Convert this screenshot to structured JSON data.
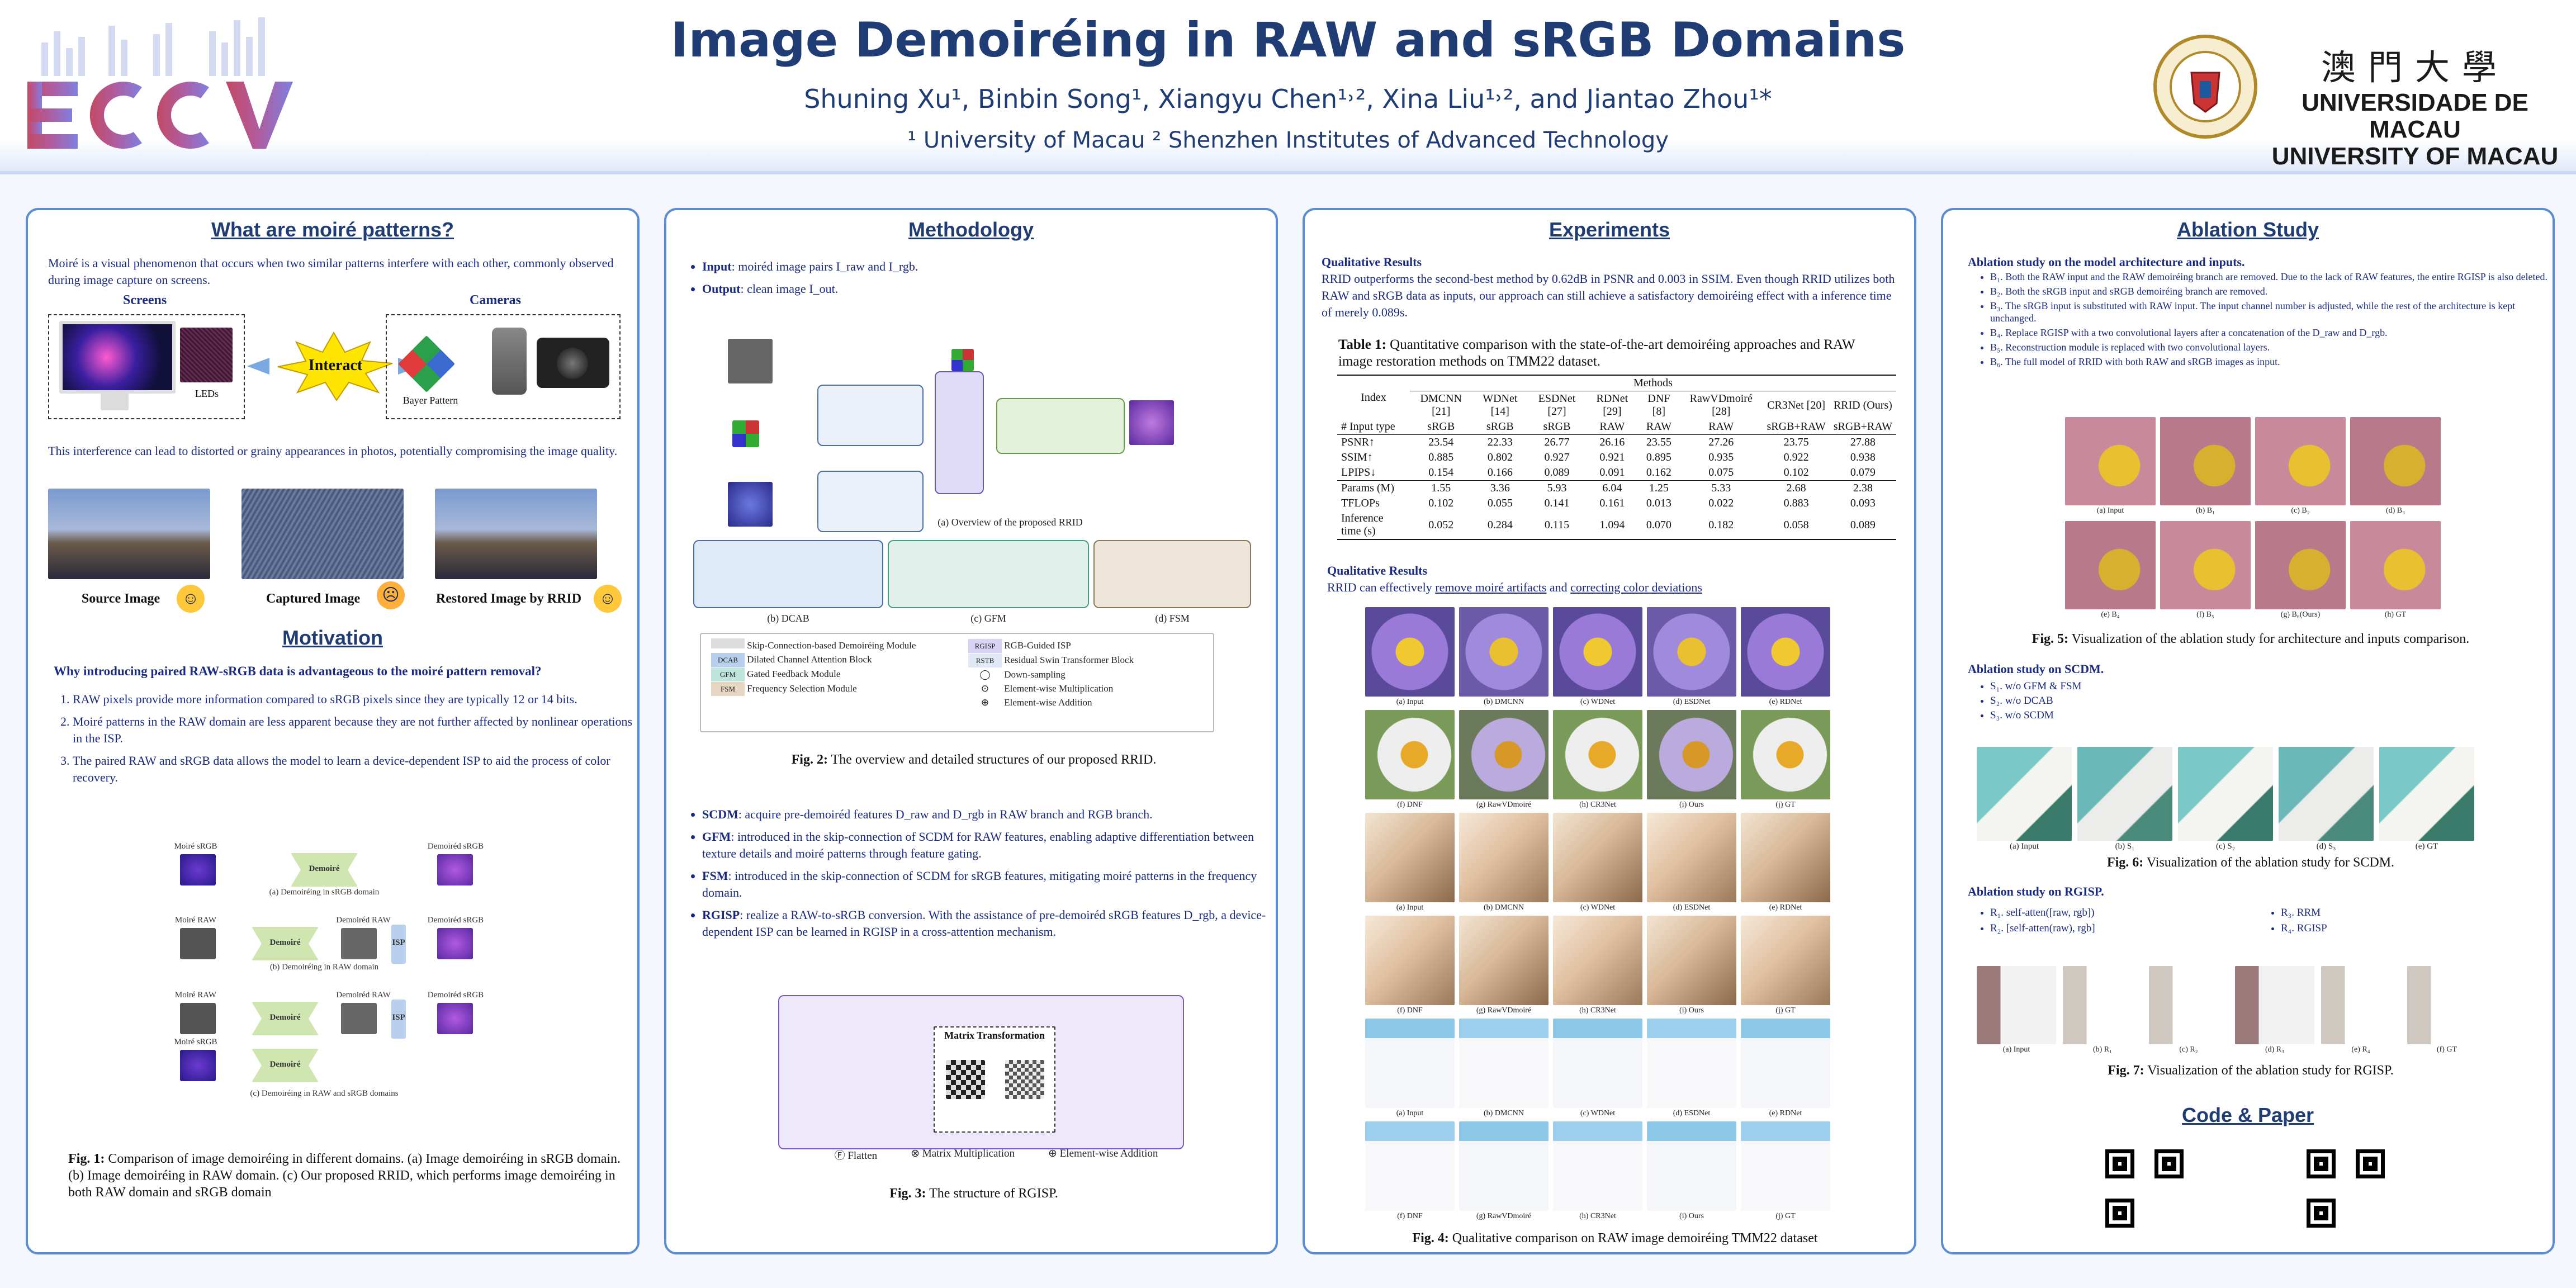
{
  "header": {
    "title": "Image Demoiréing in RAW and sRGB Domains",
    "authors": "Shuning Xu¹, Binbin Song¹, Xiangyu Chen¹˒², Xina Liu¹˒², and Jiantao Zhou¹*",
    "affiliations": "¹ University of Macau ² Shenzhen Institutes of Advanced Technology",
    "logo_left": "ECCV",
    "logo_right_zh": "澳門大學",
    "logo_right_en1": "UNIVERSIDADE DE MACAU",
    "logo_right_en2": "UNIVERSITY OF MACAU"
  },
  "panel1": {
    "title": "What are moiré patterns?",
    "intro": "Moiré is a visual phenomenon that occurs when two similar patterns interfere with each other, commonly observed during image capture on screens.",
    "screens_label": "Screens",
    "cameras_label": "Cameras",
    "leds_label": "LEDs",
    "interact_label": "Interact",
    "bayer_label": "Bayer Pattern",
    "interference": "This interference can lead to distorted or grainy appearances in photos, potentially compromising the image quality.",
    "img_labels": [
      "Source Image",
      "Captured Image",
      "Restored Image by RRID"
    ],
    "motivation_title": "Motivation",
    "motivation_question": "Why introducing paired RAW-sRGB data is advantageous to the moiré pattern removal?",
    "motivation_items": [
      "RAW pixels provide more information compared to sRGB pixels since they are typically 12 or 14 bits.",
      "Moiré patterns in the RAW domain are less apparent because they are not further affected by nonlinear operations in the ISP.",
      "The paired RAW and sRGB data allows the model to learn a device-dependent ISP to aid the process of color recovery."
    ],
    "diagram": {
      "a_in": "Moiré sRGB",
      "a_out": "Demoiréd sRGB",
      "a_cap": "(a) Demoiréing in sRGB domain",
      "b_in": "Moiré RAW",
      "b_mid": "Demoiréd RAW",
      "b_out": "Demoiréd sRGB",
      "b_cap": "(b) Demoiréing in RAW domain",
      "c_in1": "Moiré RAW",
      "c_mid": "Demoiréd RAW",
      "c_out": "Demoiréd sRGB",
      "c_in2": "Moiré sRGB",
      "c_cap": "(c) Demoiréing in RAW and sRGB domains",
      "block": "Demoiré",
      "isp": "ISP"
    },
    "fig1_label": "Fig. 1:",
    "fig1_text": "Comparison of image demoiréing in different domains. (a) Image demoiréing in sRGB domain. (b) Image demoiréing in RAW domain. (c) Our proposed RRID, which performs image demoiréing in both RAW domain and sRGB domain"
  },
  "panel2": {
    "title": "Methodology",
    "input_label": "Input",
    "input_text": ": moiréd image pairs I_raw and I_rgb.",
    "output_label": "Output",
    "output_text": ": clean image I_out.",
    "overview_cap": "(a) Overview of the proposed RRID",
    "sub_caps": [
      "(b) DCAB",
      "(c) GFM",
      "(d) FSM"
    ],
    "legend": [
      [
        "",
        "Skip-Connection-based Demoiréing Module"
      ],
      [
        "DCAB",
        "Dilated Channel Attention Block"
      ],
      [
        "GFM",
        "Gated Feedback Module"
      ],
      [
        "FSM",
        "Frequency Selection Module"
      ],
      [
        "RGISP",
        "RGB-Guided ISP"
      ],
      [
        "RSTB",
        "Residual Swin Transformer Block"
      ],
      [
        "",
        "Down-sampling"
      ],
      [
        "",
        "Element-wise Multiplication"
      ],
      [
        "",
        "Element-wise Addition"
      ]
    ],
    "fig2_label": "Fig. 2:",
    "fig2_text": "The overview and detailed structures of our proposed RRID.",
    "bullets": [
      [
        "SCDM",
        ": acquire pre-demoiréd features D_raw and D_rgb in RAW branch and RGB branch."
      ],
      [
        "GFM",
        ": introduced in the skip-connection of SCDM for RAW features, enabling adaptive differentiation between texture details and moiré patterns through feature gating."
      ],
      [
        "FSM",
        ": introduced in the skip-connection of SCDM for sRGB features, mitigating moiré patterns in the frequency domain."
      ],
      [
        "RGISP",
        ": realize a RAW-to-sRGB conversion. With the assistance of pre-demoiréd sRGB features D_rgb, a device-dependent ISP can be learned in RGISP in a cross-attention mechanism."
      ]
    ],
    "fig3_title": "Matrix Transformation",
    "fig3_legend": [
      "Flatten",
      "Matrix Multiplication",
      "Element-wise Addition"
    ],
    "fig3_label": "Fig. 3:",
    "fig3_text": "The structure of RGISP."
  },
  "panel3": {
    "title": "Experiments",
    "qual_title": "Qualitative Results",
    "qual_text": "RRID outperforms the second-best method by 0.62dB in PSNR and 0.003 in SSIM. Even though RRID utilizes both RAW and sRGB data as inputs, our approach can still achieve a satisfactory demoiréing effect with a inference time of merely 0.089s.",
    "table_label": "Table 1:",
    "table_caption": "Quantitative comparison with the state-of-the-art demoiréing approaches and RAW image restoration methods on TMM22 dataset.",
    "table": {
      "group_header": "Methods",
      "index_header": "Index",
      "methods": [
        "DMCNN [21]",
        "WDNet [14]",
        "ESDNet [27]",
        "RDNet [29]",
        "DNF [8]",
        "RawVDmoiré [28]",
        "CR3Net [20]",
        "RRID (Ours)"
      ],
      "rows": [
        [
          "# Input type",
          "sRGB",
          "sRGB",
          "sRGB",
          "RAW",
          "RAW",
          "RAW",
          "sRGB+RAW",
          "sRGB+RAW"
        ],
        [
          "PSNR↑",
          "23.54",
          "22.33",
          "26.77",
          "26.16",
          "23.55",
          "27.26",
          "23.75",
          "27.88"
        ],
        [
          "SSIM↑",
          "0.885",
          "0.802",
          "0.927",
          "0.921",
          "0.895",
          "0.935",
          "0.922",
          "0.938"
        ],
        [
          "LPIPS↓",
          "0.154",
          "0.166",
          "0.089",
          "0.091",
          "0.162",
          "0.075",
          "0.102",
          "0.079"
        ],
        [
          "Params (M)",
          "1.55",
          "3.36",
          "5.93",
          "6.04",
          "1.25",
          "5.33",
          "2.68",
          "2.38"
        ],
        [
          "TFLOPs",
          "0.102",
          "0.055",
          "0.141",
          "0.161",
          "0.013",
          "0.022",
          "0.883",
          "0.093"
        ],
        [
          "Inference time (s)",
          "0.052",
          "0.284",
          "0.115",
          "1.094",
          "0.070",
          "0.182",
          "0.058",
          "0.089"
        ]
      ]
    },
    "qual2_title": "Qualitative Results",
    "qual2_text_a": "RRID can effectively ",
    "qual2_link1": "remove moiré artifacts",
    "qual2_text_b": " and ",
    "qual2_link2": "correcting color deviations",
    "grid_labels_a": [
      "(a) Input",
      "(b) DMCNN",
      "(c) WDNet",
      "(d) ESDNet",
      "(e) RDNet"
    ],
    "grid_labels_b": [
      "(f) DNF",
      "(g) RawVDmoiré",
      "(h) CR3Net",
      "(i) Ours",
      "(j) GT"
    ],
    "fig4_label": "Fig. 4:",
    "fig4_text": "Qualitative comparison on RAW image demoiréing TMM22 dataset"
  },
  "panel4": {
    "title": "Ablation Study",
    "arch_title": "Ablation study on the model architecture and inputs.",
    "arch_items": [
      "B₁. Both the RAW input and the RAW demoiréing branch are removed. Due to the lack of RAW features, the entire RGISP is also deleted.",
      "B₂. Both the sRGB input and sRGB demoiréing branch are removed.",
      "B₃. The sRGB input is substituted with RAW input. The input channel number is adjusted, while the rest of the architecture is kept unchanged.",
      "B₄. Replace RGISP with a two convolutional layers after a concatenation of the D_raw and D_rgb.",
      "B₅. Reconstruction module is replaced with two convolutional layers.",
      "B₆. The full model of RRID with both RAW and sRGB images as input."
    ],
    "fig5_labels_top": [
      "(a) Input",
      "(b) B₁",
      "(c) B₂",
      "(d) B₃"
    ],
    "fig5_labels_bot": [
      "(e) B₄",
      "(f) B₅",
      "(g) B₆(Ours)",
      "(h) GT"
    ],
    "fig5_label": "Fig. 5:",
    "fig5_text": "Visualization of the ablation study for architecture and inputs comparison.",
    "scdm_title": "Ablation study on SCDM.",
    "scdm_items": [
      "S₁. w/o GFM & FSM",
      "S₂. w/o DCAB",
      "S₃. w/o SCDM"
    ],
    "fig6_labels": [
      "(a) Input",
      "(b) S₁",
      "(c) S₂",
      "(d) S₃",
      "(e) GT"
    ],
    "fig6_label": "Fig. 6:",
    "fig6_text": "Visualization of the ablation study for SCDM.",
    "rgisp_title": "Ablation study on RGISP.",
    "rgisp_items": [
      "R₁. self-atten([raw, rgb])",
      "R₂. [self-atten(raw), rgb]",
      "R₃. RRM",
      "R₄. RGISP"
    ],
    "fig7_labels": [
      "(a) Input",
      "(b) R₁",
      "(c) R₂",
      "(d) R₃",
      "(e) R₄",
      "(f) GT"
    ],
    "fig7_label": "Fig. 7:",
    "fig7_text": "Visualization of the ablation study for RGISP.",
    "code_title": "Code & Paper"
  },
  "colors": {
    "title": "#1f3c74",
    "panel_border": "#5b8bd0",
    "body_text": "#1a2a80",
    "accent_interact": "#ffe600"
  }
}
